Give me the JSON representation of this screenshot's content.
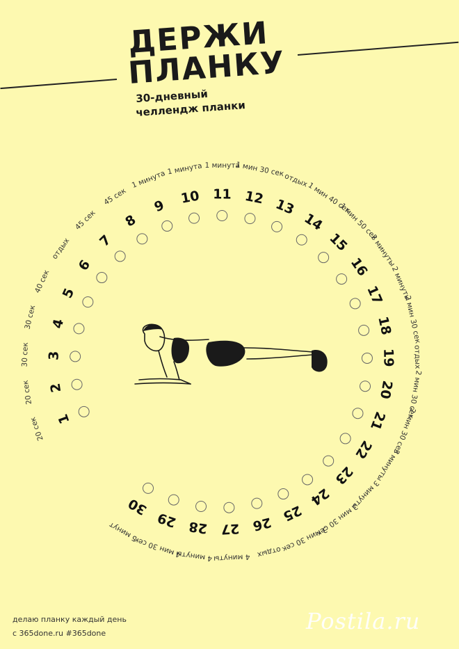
{
  "title": {
    "line1": "ДЕРЖИ",
    "line2": "ПЛАНКУ"
  },
  "subtitle": {
    "line1": "30-дневный",
    "line2": "челлендж планки"
  },
  "days": [
    {
      "day": "1",
      "label": "20 сек"
    },
    {
      "day": "2",
      "label": "20 сек"
    },
    {
      "day": "3",
      "label": "30 сек"
    },
    {
      "day": "4",
      "label": "30 сек"
    },
    {
      "day": "5",
      "label": "40 сек"
    },
    {
      "day": "6",
      "label": "отдых"
    },
    {
      "day": "7",
      "label": "45 сек"
    },
    {
      "day": "8",
      "label": "45 сек"
    },
    {
      "day": "9",
      "label": "1 минута"
    },
    {
      "day": "10",
      "label": "1 минута"
    },
    {
      "day": "11",
      "label": "1 минута"
    },
    {
      "day": "12",
      "label": "1 мин 30 сек"
    },
    {
      "day": "13",
      "label": "отдых"
    },
    {
      "day": "14",
      "label": "1 мин 40 сек"
    },
    {
      "day": "15",
      "label": "1 мин 50 сек"
    },
    {
      "day": "16",
      "label": "2 минуты"
    },
    {
      "day": "17",
      "label": "2 минуты"
    },
    {
      "day": "18",
      "label": "2 мин 30 сек"
    },
    {
      "day": "19",
      "label": "отдых"
    },
    {
      "day": "20",
      "label": "2 мин 30 сек"
    },
    {
      "day": "21",
      "label": "2 мин 30 сек"
    },
    {
      "day": "22",
      "label": "3 минуты"
    },
    {
      "day": "23",
      "label": "3 минуты"
    },
    {
      "day": "24",
      "label": "3 мин 30 сек"
    },
    {
      "day": "25",
      "label": "3 мин 30 сек"
    },
    {
      "day": "26",
      "label": "отдых"
    },
    {
      "day": "27",
      "label": "4 минуты"
    },
    {
      "day": "28",
      "label": "4 минуты"
    },
    {
      "day": "29",
      "label": "4 мин 30 сек"
    },
    {
      "day": "30",
      "label": "5 минут"
    }
  ],
  "footer": {
    "line1": "делаю планку каждый день",
    "line2": "с 365done.ru #365done"
  },
  "watermark": "Postila.ru",
  "colors": {
    "background": "#fdf9b0",
    "ink": "#1a1a1a"
  }
}
